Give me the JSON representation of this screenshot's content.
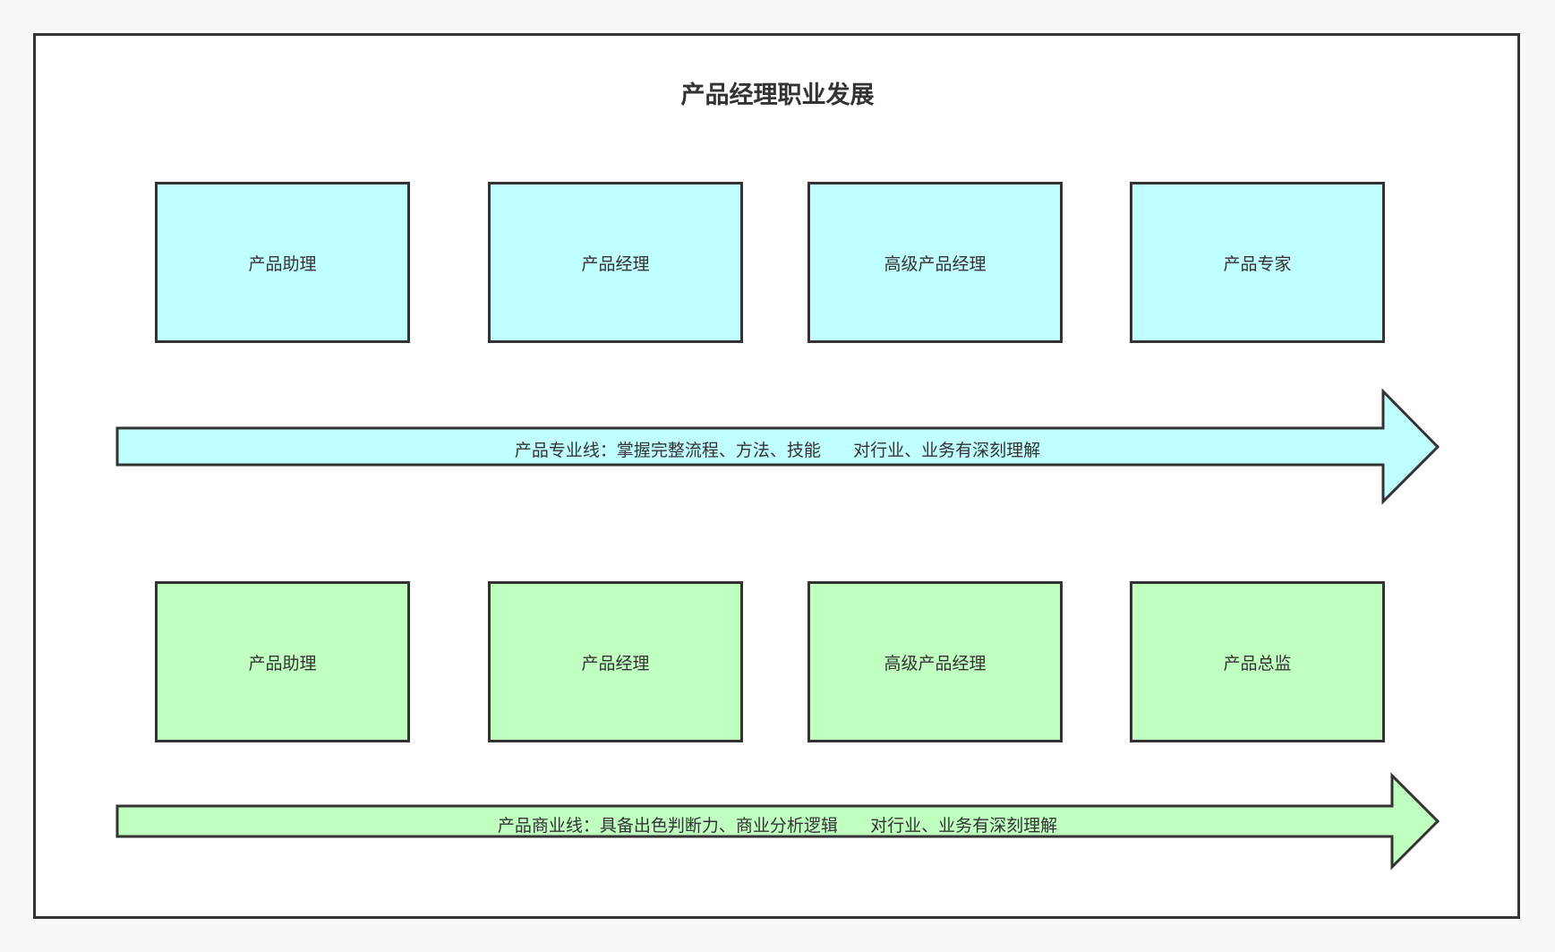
{
  "diagram": {
    "title": "产品经理职业发展",
    "colors": {
      "professional": "#bfffff",
      "business": "#bfffbf",
      "stroke": "#333333"
    },
    "professional_track": {
      "nodes": [
        {
          "label": "产品助理"
        },
        {
          "label": "产品经理"
        },
        {
          "label": "高级产品经理"
        },
        {
          "label": "产品专家"
        }
      ],
      "arrow_label": "产品专业线：掌握完整流程、方法、技能      对行业、业务有深刻理解"
    },
    "business_track": {
      "nodes": [
        {
          "label": "产品助理"
        },
        {
          "label": "产品经理"
        },
        {
          "label": "高级产品经理"
        },
        {
          "label": "产品总监"
        }
      ],
      "arrow_label": "产品商业线：具备出色判断力、商业分析逻辑      对行业、业务有深刻理解"
    }
  }
}
